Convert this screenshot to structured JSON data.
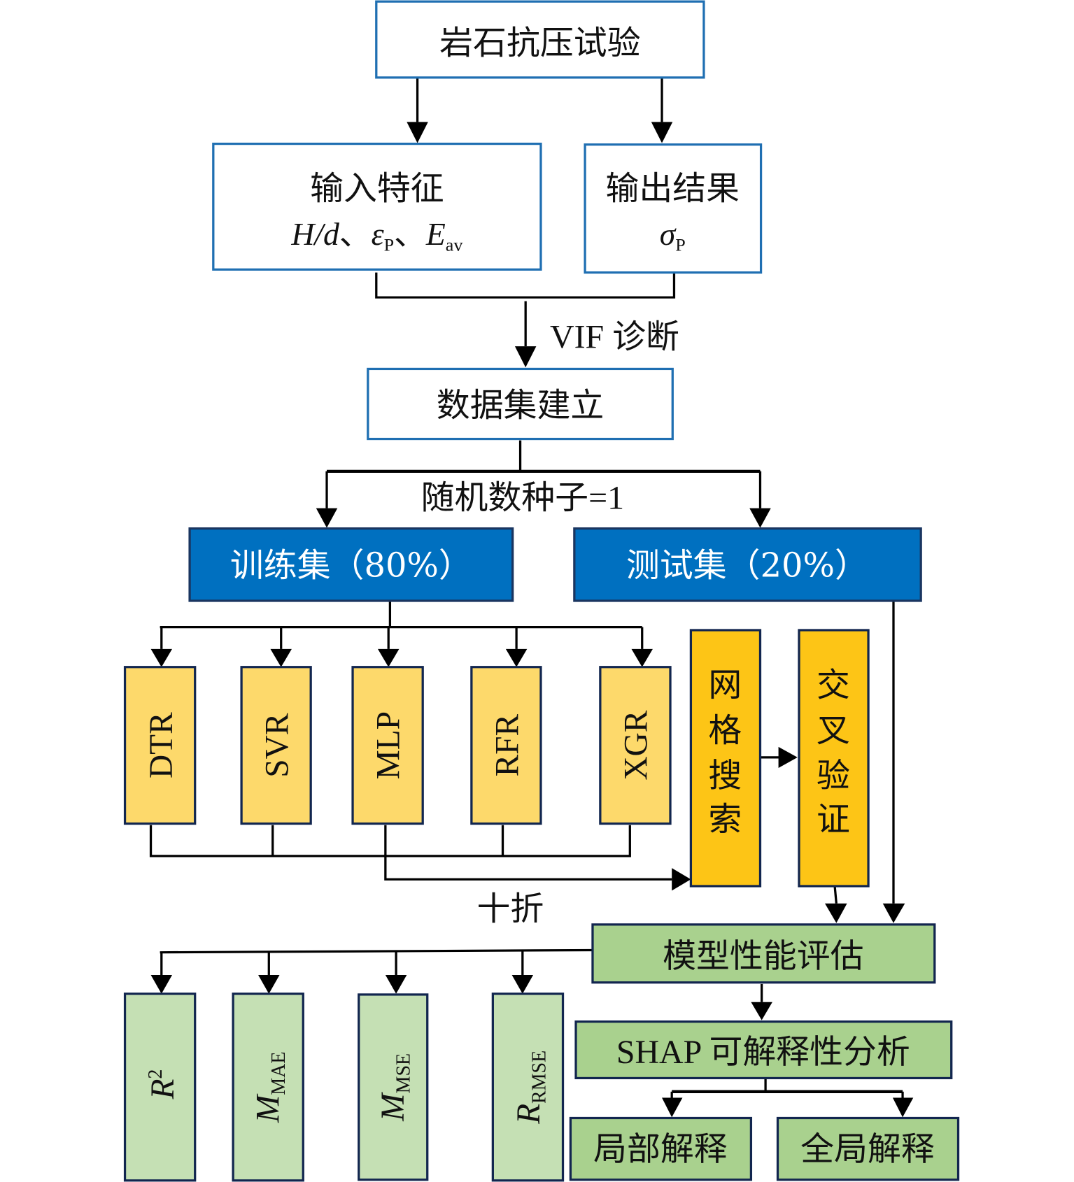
{
  "title": "岩石抗压强度预测流程图",
  "colors": {
    "outline_blue": "#1f6fb2",
    "split_fill": "#0070c0",
    "split_border": "#1a3560",
    "model_fill": "#fdd96b",
    "tuning_fill": "#fdc516",
    "eval_fill": "#a9d18e",
    "metric_fill": "#c5e0b4",
    "dark_border": "#12264f"
  },
  "nodes": {
    "rock_test": "岩石抗压试验",
    "input_features": {
      "title": "输入特征",
      "vars": [
        {
          "main": "H/d",
          "sub": ""
        },
        {
          "main": "ε",
          "sub": "P"
        },
        {
          "main": "E",
          "sub": "av"
        }
      ],
      "separator": "、"
    },
    "output_result": {
      "title": "输出结果",
      "var": {
        "main": "σ",
        "sub": "P"
      }
    },
    "vif_label": "VIF 诊断",
    "dataset": "数据集建立",
    "seed_label": "随机数种子=1",
    "train_set": "训练集（80%）",
    "test_set": "测试集（20%）",
    "models": [
      "DTR",
      "SVR",
      "MLP",
      "RFR",
      "XGR"
    ],
    "grid_search": [
      "网",
      "格",
      "搜",
      "索"
    ],
    "cross_validation": [
      "交",
      "叉",
      "验",
      "证"
    ],
    "fold_label": "十折",
    "evaluation": "模型性能评估",
    "metrics": [
      {
        "main": "R",
        "sub": "",
        "sup": "2"
      },
      {
        "main": "M",
        "sub": "MAE",
        "sup": ""
      },
      {
        "main": "M",
        "sub": "MSE",
        "sup": ""
      },
      {
        "main": "R",
        "sub": "RMSE",
        "sup": ""
      }
    ],
    "shap": "SHAP 可解释性分析",
    "local_explain": "局部解释",
    "global_explain": "全局解释"
  }
}
